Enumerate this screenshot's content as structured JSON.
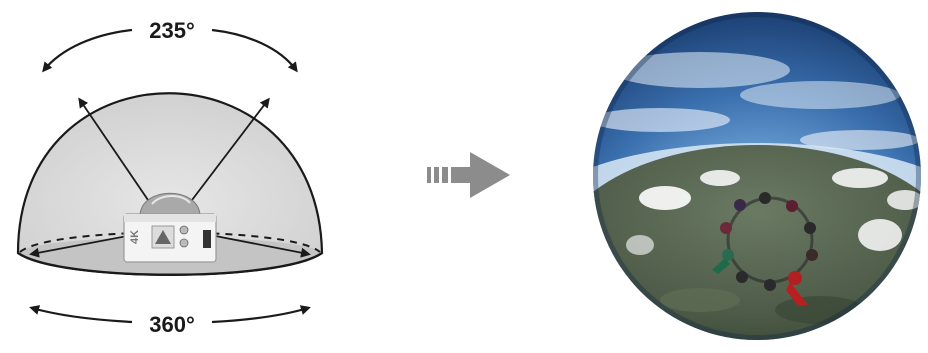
{
  "diagram": {
    "vertical_angle_label": "235°",
    "horizontal_angle_label": "360°",
    "camera_badge_text": "4K"
  },
  "colors": {
    "dome_fill": "#d4d4d4",
    "dome_base": "#c6c6c6",
    "outline": "#1a1a1a",
    "transition_arrow": "#8c8c8c",
    "sky_top": "#1f4f8c",
    "sky_mid": "#6fa3d8",
    "earth": "#4a5a45"
  },
  "icons": [
    "dome-field-of-view-icon",
    "camera-icon",
    "transition-arrow-icon",
    "fisheye-photo"
  ]
}
